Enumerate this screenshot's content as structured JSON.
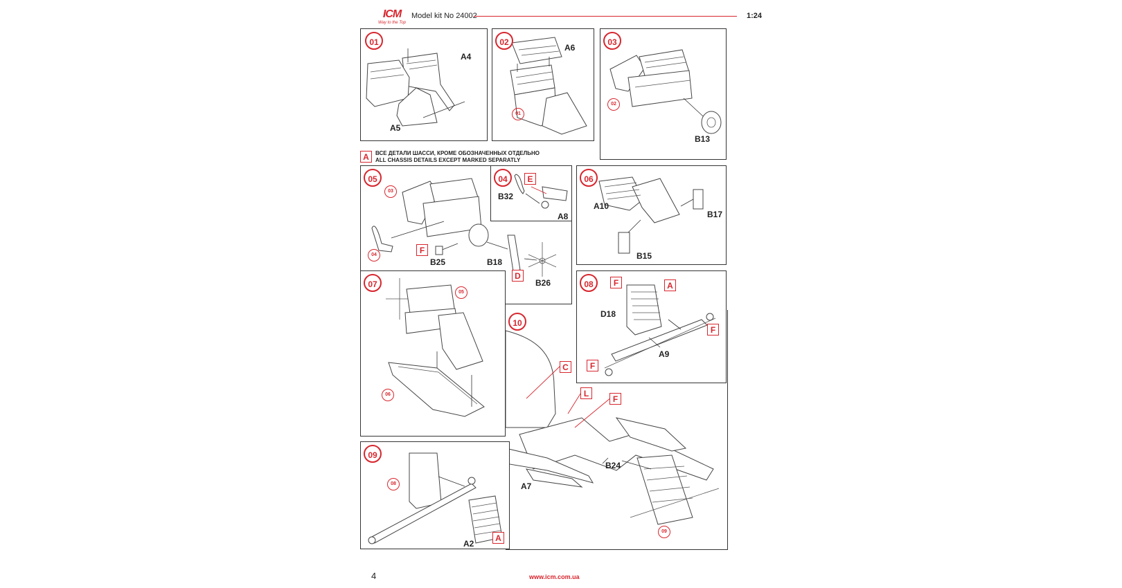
{
  "header": {
    "logo": "ICM",
    "logo_tagline": "Way to the Top",
    "kit_label": "Model kit No 24002",
    "scale": "1:24"
  },
  "note": {
    "marker": "A",
    "line_ru": "ВСЕ ДЕТАЛИ ШАССИ, КРОМЕ ОБОЗНАЧЕННЫХ ОТДЕЛЬНО",
    "line_en": "ALL CHASSIS DETAILS EXCEPT MARKED SEPARATLY"
  },
  "steps": {
    "s01": {
      "num": "01",
      "parts": [
        "A4",
        "A5"
      ]
    },
    "s02": {
      "num": "02",
      "parts": [
        "A6"
      ],
      "ref": "01"
    },
    "s03": {
      "num": "03",
      "parts": [
        "B13"
      ],
      "ref": "02"
    },
    "s04": {
      "num": "04",
      "parts": [
        "B32",
        "A8"
      ],
      "color": "E"
    },
    "s05": {
      "num": "05",
      "parts": [
        "B25",
        "B18",
        "B26"
      ],
      "refs": [
        "03",
        "04"
      ],
      "colors": [
        "F",
        "D"
      ]
    },
    "s06": {
      "num": "06",
      "parts": [
        "A10",
        "B17",
        "B15"
      ]
    },
    "s07": {
      "num": "07",
      "refs": [
        "05",
        "06"
      ]
    },
    "s08": {
      "num": "08",
      "parts": [
        "D18",
        "A9"
      ],
      "colors": [
        "F",
        "A",
        "F",
        "F"
      ]
    },
    "s09": {
      "num": "09",
      "parts": [
        "A2"
      ],
      "ref": "08",
      "color": "A"
    },
    "s10": {
      "num": "10",
      "parts": [
        "B24",
        "A7"
      ],
      "colors": [
        "C",
        "L",
        "F"
      ],
      "ref": "09"
    }
  },
  "footer": {
    "page_number": "4",
    "url": "www.icm.com.ua"
  },
  "colors": {
    "accent": "#d7262e",
    "line": "#333333"
  }
}
